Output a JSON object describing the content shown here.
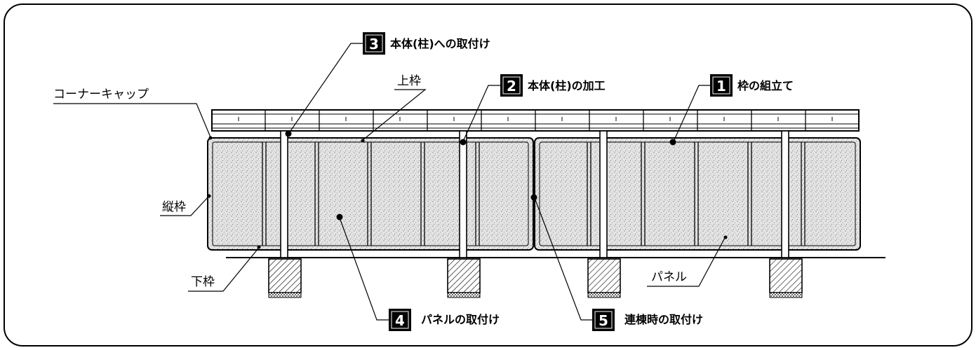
{
  "labels": {
    "corner_cap": "コーナーキャップ",
    "upper_frame": "上枠",
    "vertical_frame": "縦枠",
    "lower_frame": "下枠",
    "panel": "パネル"
  },
  "steps": [
    {
      "number": "1",
      "label": "枠の組立て"
    },
    {
      "number": "2",
      "label": "本体(柱)の加工"
    },
    {
      "number": "3",
      "label": "本体(柱)への取付け"
    },
    {
      "number": "4",
      "label": "パネルの取付け"
    },
    {
      "number": "5",
      "label": "連棟時の取付け"
    }
  ]
}
